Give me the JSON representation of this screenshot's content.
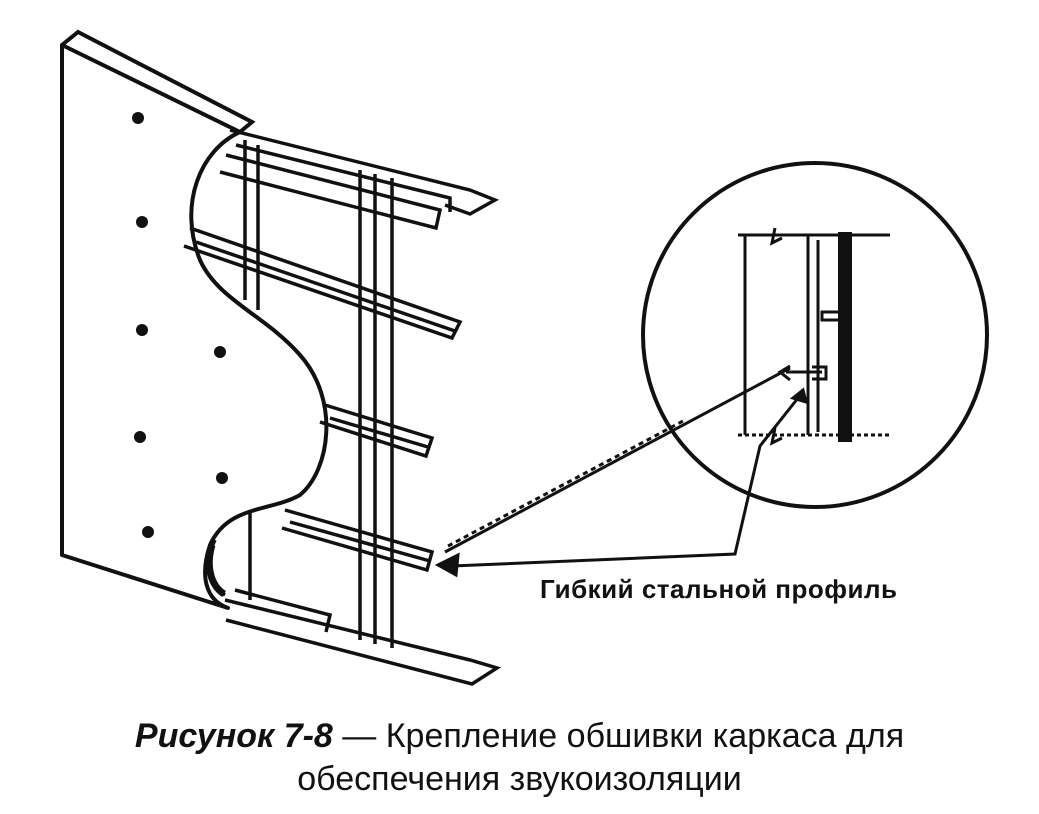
{
  "callout": {
    "label": "Гибкий стальной профиль"
  },
  "caption": {
    "figure_number": "Рисунок 7-8",
    "dash": " — ",
    "line1_text": "Крепление обшивки каркаса  для",
    "line2_text": "обеспечения звукоизоляции"
  }
}
